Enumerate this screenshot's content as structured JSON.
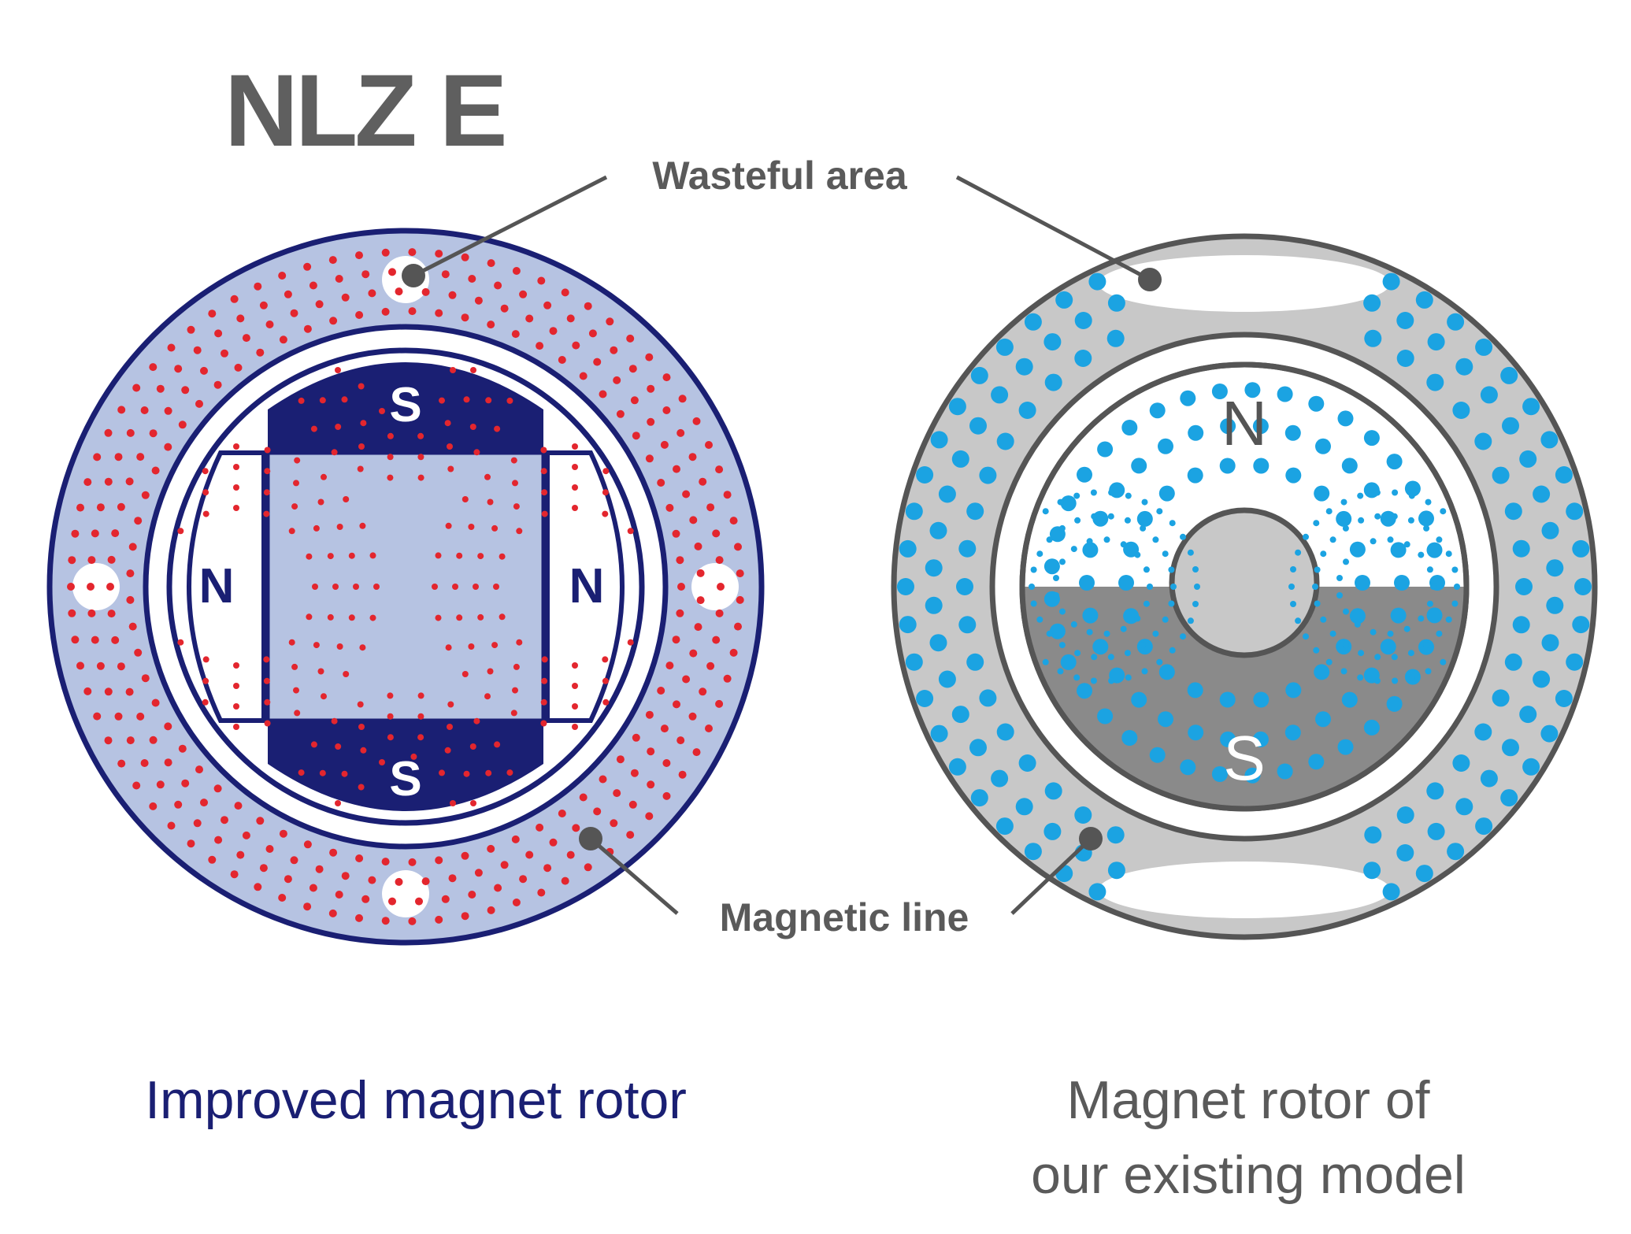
{
  "logo_text": "NLZ E",
  "callouts": {
    "wasteful_area": "Wasteful area",
    "magnetic_line": "Magnetic line"
  },
  "improved_rotor": {
    "caption": "Improved magnet rotor",
    "pole_top": "S",
    "pole_bottom": "S",
    "pole_left": "N",
    "pole_right": "N"
  },
  "existing_rotor": {
    "caption_line1": "Magnet rotor of",
    "caption_line2": "our existing model",
    "pole_top": "N",
    "pole_bottom": "S"
  },
  "colors": {
    "navy": "#1a1f73",
    "light_blue_fill": "#b6c3e2",
    "red_dot": "#e3262e",
    "gray_ring": "#c8c8c8",
    "gray_stroke": "#555555",
    "dark_gray_fill": "#8a8a8a",
    "cyan_dot": "#1ba3e2",
    "label_gray": "#5a5a5a"
  }
}
